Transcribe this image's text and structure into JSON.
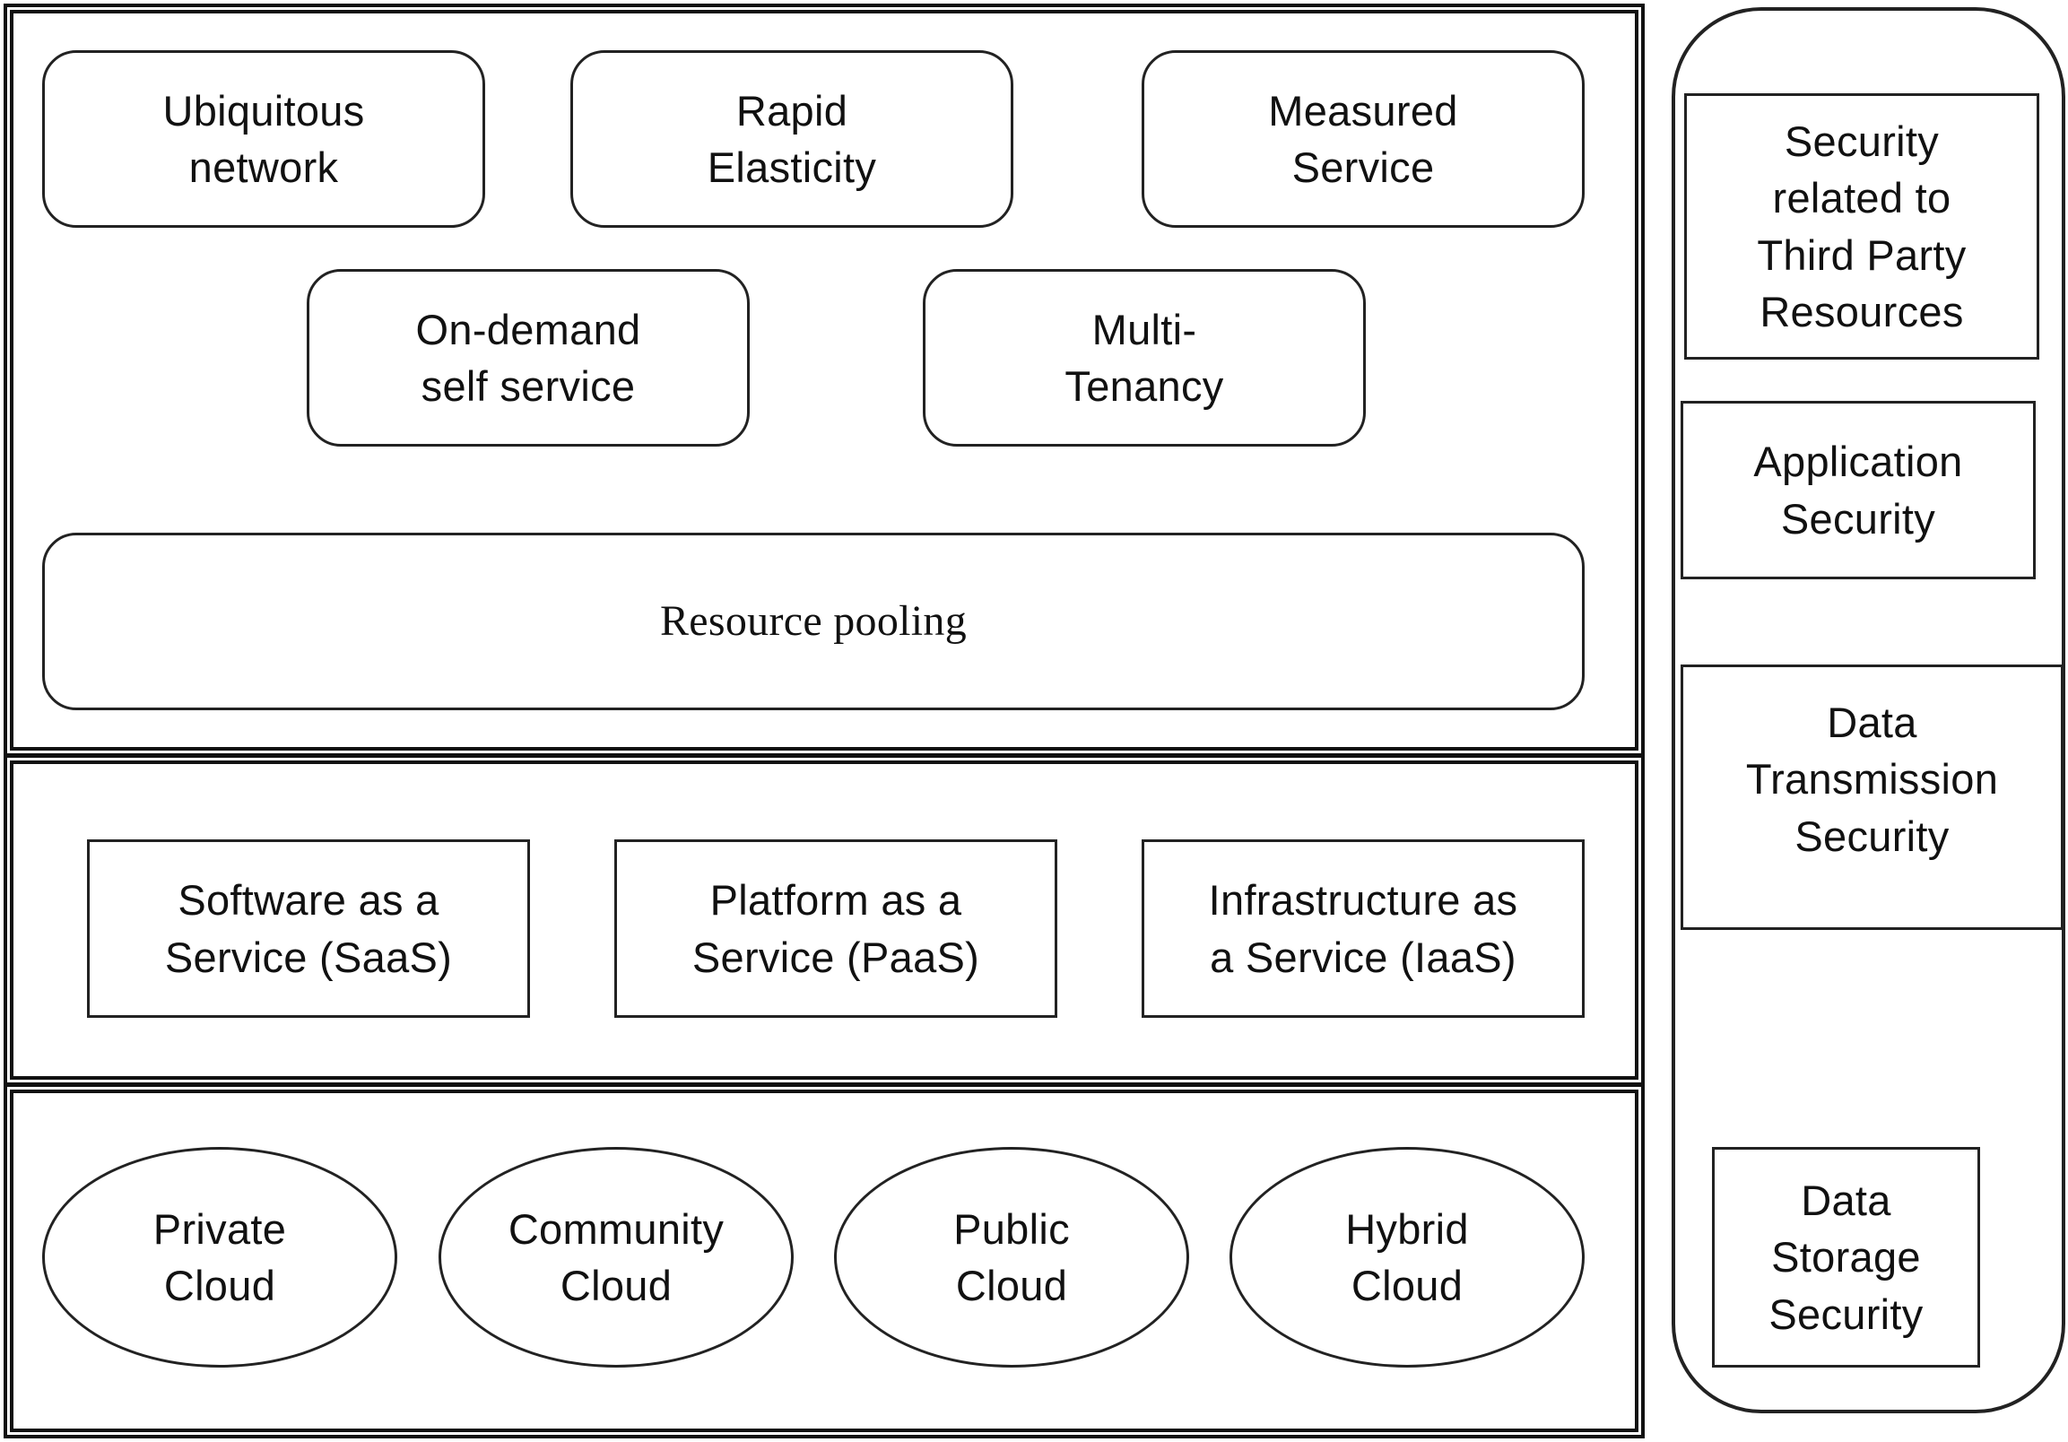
{
  "characteristics_layer": {
    "items": [
      "Ubiquitous\nnetwork",
      "Rapid\nElasticity",
      "Measured\nService",
      "On-demand\nself service",
      "Multi-\nTenancy"
    ],
    "resource_pooling": "Resource pooling"
  },
  "service_models_layer": {
    "items": [
      "Software as a\nService (SaaS)",
      "Platform as a\nService (PaaS)",
      "Infrastructure as\na Service (IaaS)"
    ]
  },
  "deployment_models_layer": {
    "items": [
      "Private\nCloud",
      "Community\nCloud",
      "Public\nCloud",
      "Hybrid\nCloud"
    ]
  },
  "security_panel": {
    "items": [
      "Security\nrelated to\nThird Party\nResources",
      "Application\nSecurity",
      "Data\nTransmission\nSecurity",
      "Data\nStorage\nSecurity"
    ]
  }
}
